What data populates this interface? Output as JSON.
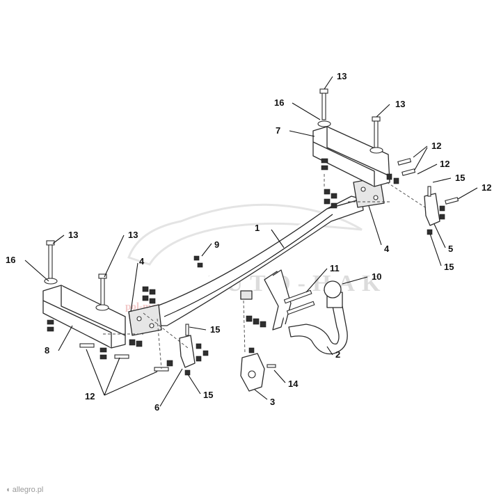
{
  "callouts": {
    "c1": "1",
    "c2": "2",
    "c3": "3",
    "c4a": "4",
    "c4b": "4",
    "c5": "5",
    "c6": "6",
    "c7": "7",
    "c8": "8",
    "c9": "9",
    "c10": "10",
    "c11": "11",
    "c12a": "12",
    "c12b": "12",
    "c12c": "12",
    "c12d": "12",
    "c13a": "13",
    "c13b": "13",
    "c13c": "13",
    "c13d": "13",
    "c14": "14",
    "c15a": "15",
    "c15b": "15",
    "c15c": "15",
    "c15d": "15",
    "c16a": "16",
    "c16b": "16"
  },
  "watermark": {
    "brand": "AUTO-HAK",
    "sub": "pol-mot travel"
  },
  "credit": "allegro.pl",
  "icons": {
    "credit": "allegro-logo-icon"
  },
  "colors": {
    "line": "#2a2a2a",
    "watermark": "#dcdcdc",
    "watermark_sub": "#f2c9c9"
  }
}
